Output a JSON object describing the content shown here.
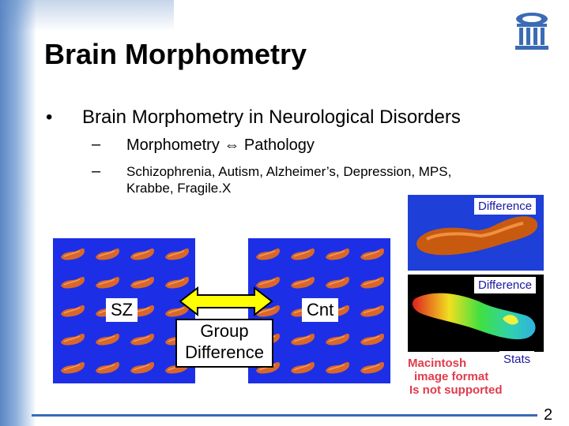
{
  "title": "Brain Morphometry",
  "bullet_symbol": "•",
  "bullet_main": "Brain Morphometry in Neurological Disorders",
  "dash_symbol": "–",
  "sub_bullet_1": "Morphometry ⇔ Pathology",
  "sub_bullet_2_line1": "Schizophrenia, Autism, Alzheimer’s, Depression, MPS,",
  "sub_bullet_2_line2": "Krabbe, Fragile.X",
  "sz_label": "SZ",
  "cnt_label": "Cnt",
  "group_difference_line1": "Group",
  "group_difference_line2": "Difference",
  "right_label_1": "Difference",
  "right_label_2": "Difference",
  "right_label_3": "Stats",
  "mac_line1": "Macintosh",
  "mac_line2": "image format",
  "mac_line3": "Is not supported",
  "page_number": "2",
  "colors": {
    "accent_blue": "#3b6bb5",
    "panel_blue": "#1c2fe6",
    "hippocampus": "#d9672a",
    "mac_red": "#e23b4c"
  }
}
